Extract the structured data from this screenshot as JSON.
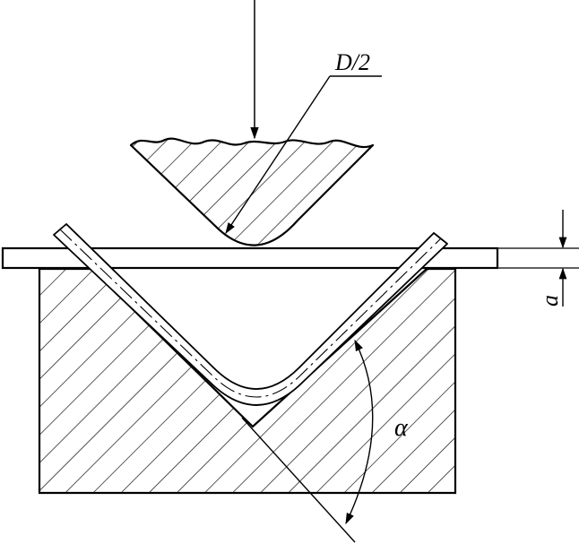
{
  "labels": {
    "radius": "D/2",
    "thickness": "a",
    "angle": "α"
  },
  "colors": {
    "line": "#000000",
    "background": "#ffffff"
  }
}
